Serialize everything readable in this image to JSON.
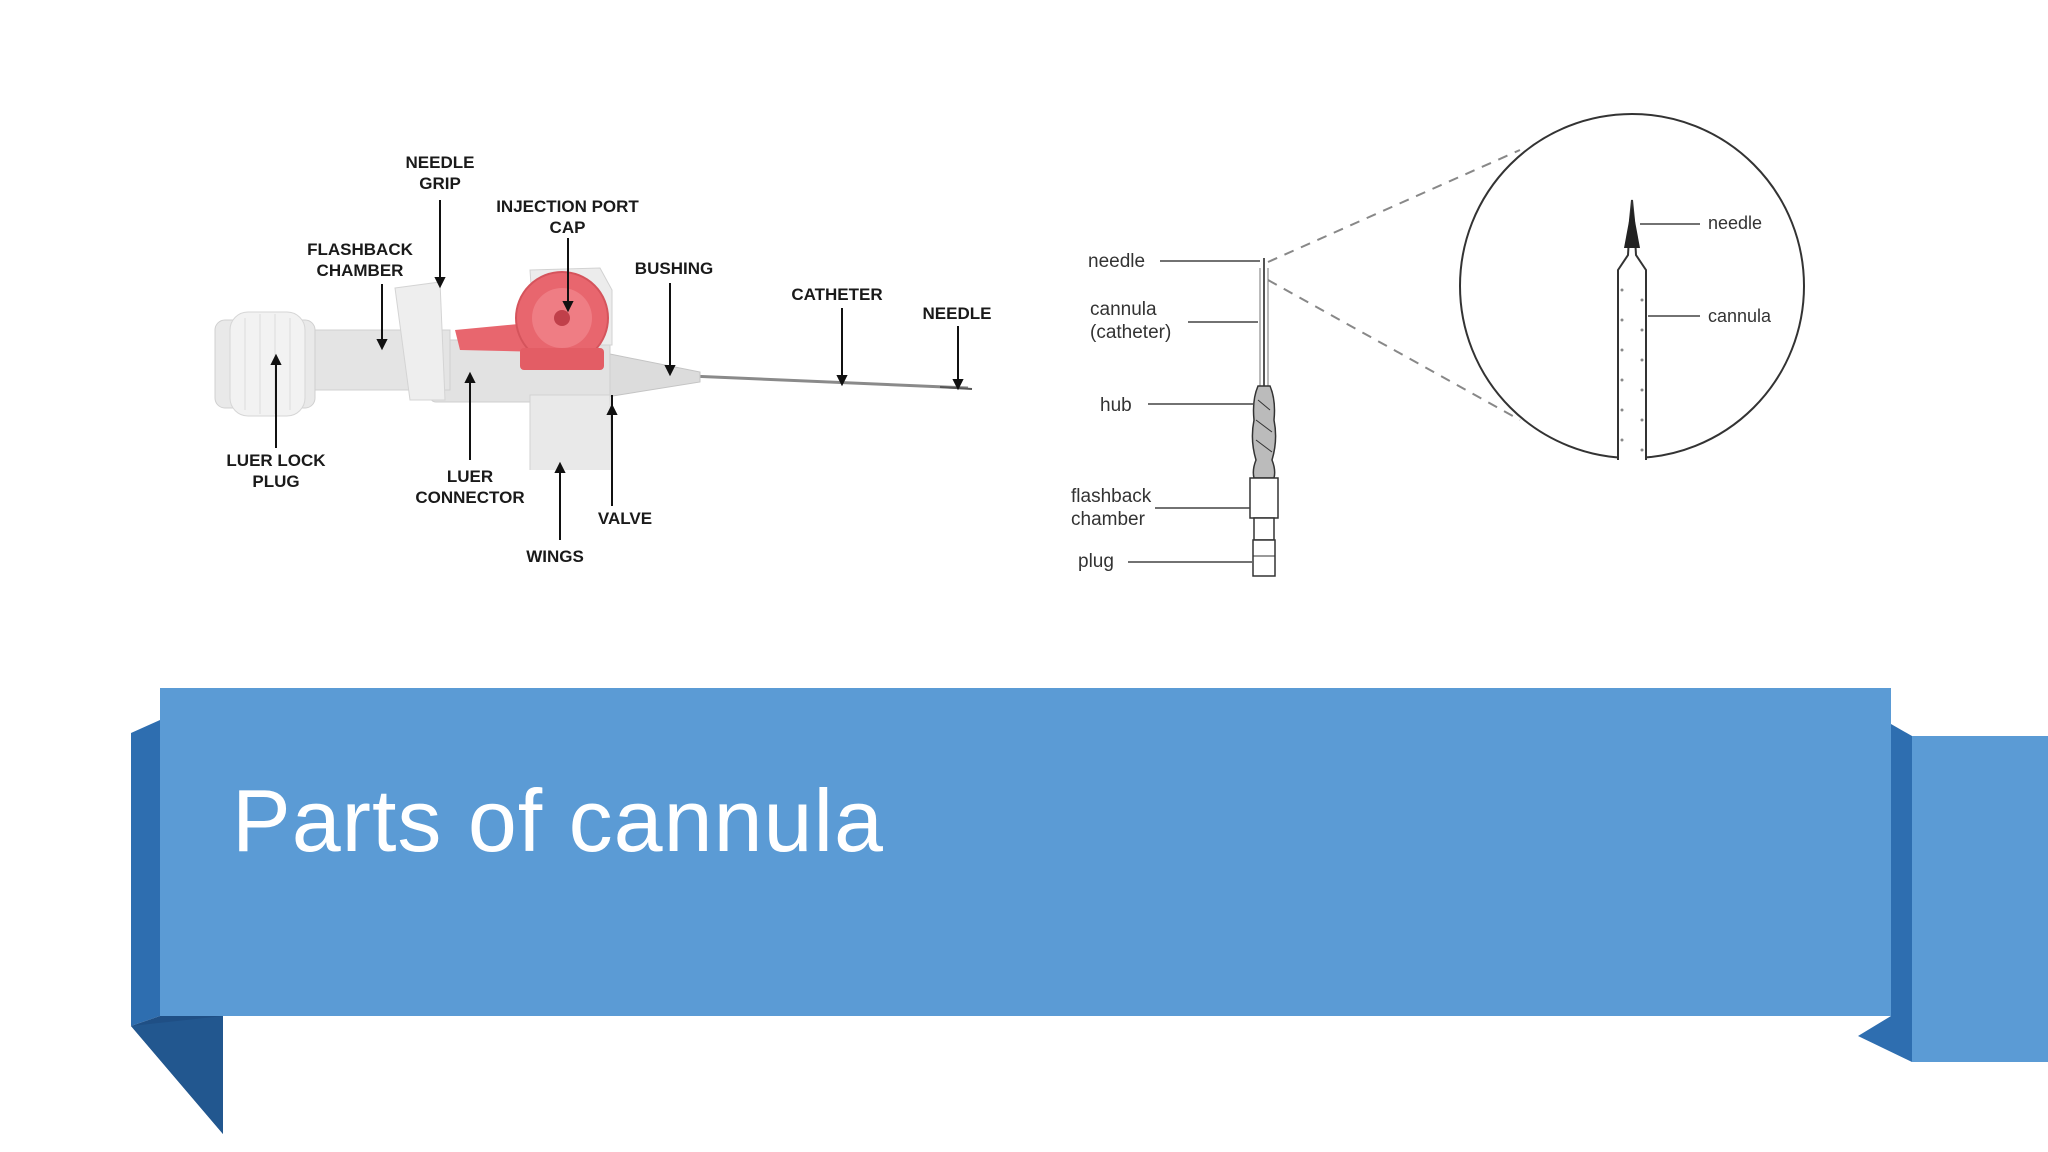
{
  "slide": {
    "title": "Parts of cannula",
    "colors": {
      "banner": "#5b9bd5",
      "banner_dark": "#2e6eb0",
      "banner_darker": "#1f4f85",
      "catheter_port": "#e8666e"
    }
  },
  "left_diagram": {
    "labels": {
      "needle_grip": [
        "NEEDLE",
        "GRIP"
      ],
      "injection_port_cap": [
        "INJECTION PORT",
        "CAP"
      ],
      "flashback_chamber": [
        "FLASHBACK",
        "CHAMBER"
      ],
      "bushing": "BUSHING",
      "catheter": "CATHETER",
      "needle": "NEEDLE",
      "luer_lock_plug": [
        "LUER LOCK",
        "PLUG"
      ],
      "luer_connector": [
        "LUER",
        "CONNECTOR"
      ],
      "valve": "VALVE",
      "wings": "WINGS"
    }
  },
  "right_diagram": {
    "labels": {
      "needle": "needle",
      "cannula": [
        "cannula",
        "(catheter)"
      ],
      "hub": "hub",
      "flashback": [
        "flashback",
        "chamber"
      ],
      "plug": "plug",
      "zoom_needle": "needle",
      "zoom_cannula": "cannula"
    }
  }
}
